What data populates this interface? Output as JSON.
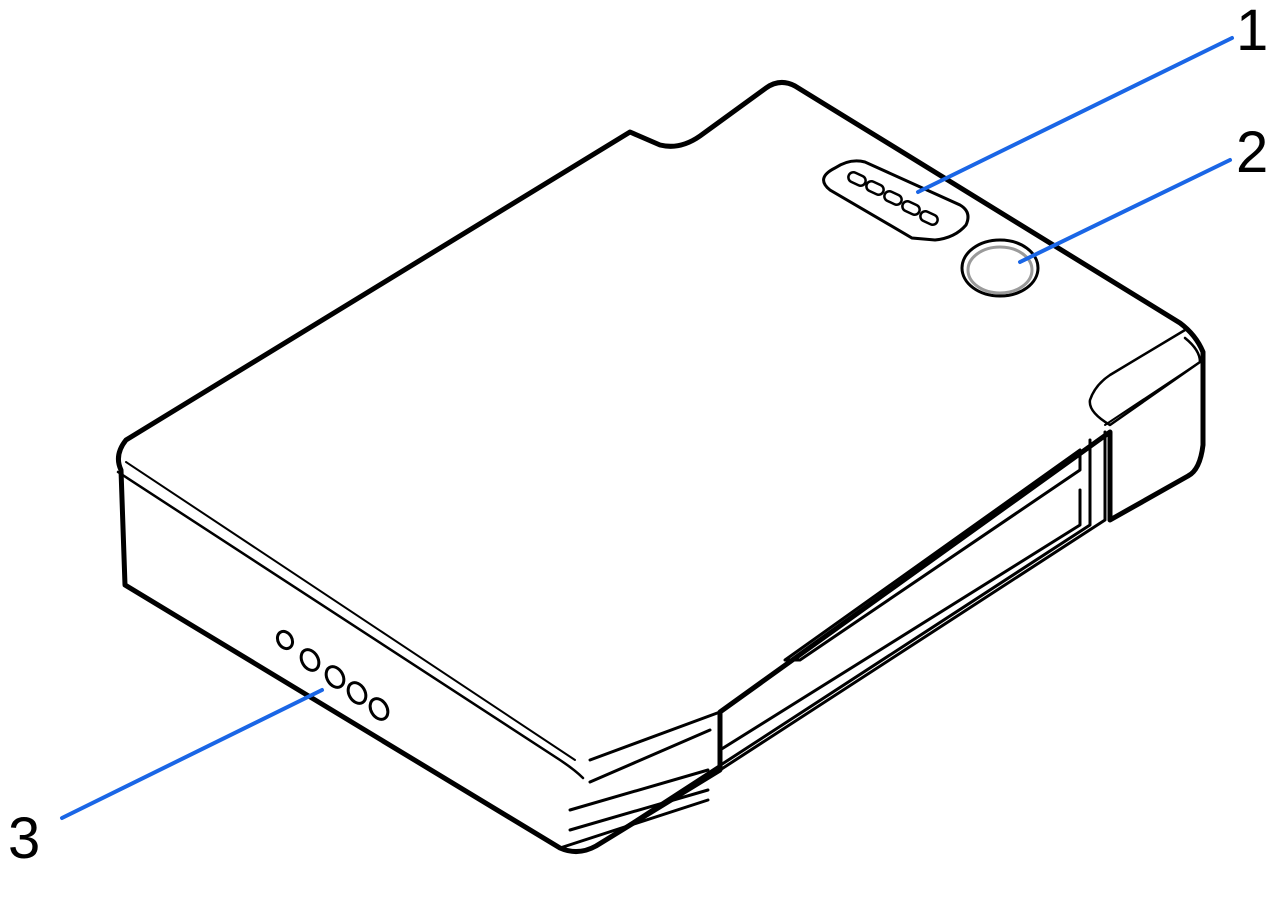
{
  "callouts": [
    {
      "number": "1",
      "part": "battery-level-leds"
    },
    {
      "number": "2",
      "part": "power-button"
    },
    {
      "number": "3",
      "part": "connector-contacts"
    }
  ],
  "colors": {
    "leader_line": "#1a66e6",
    "outline": "#000000",
    "body_fill": "#ffffff",
    "button_ring": "#9a9a9a"
  }
}
